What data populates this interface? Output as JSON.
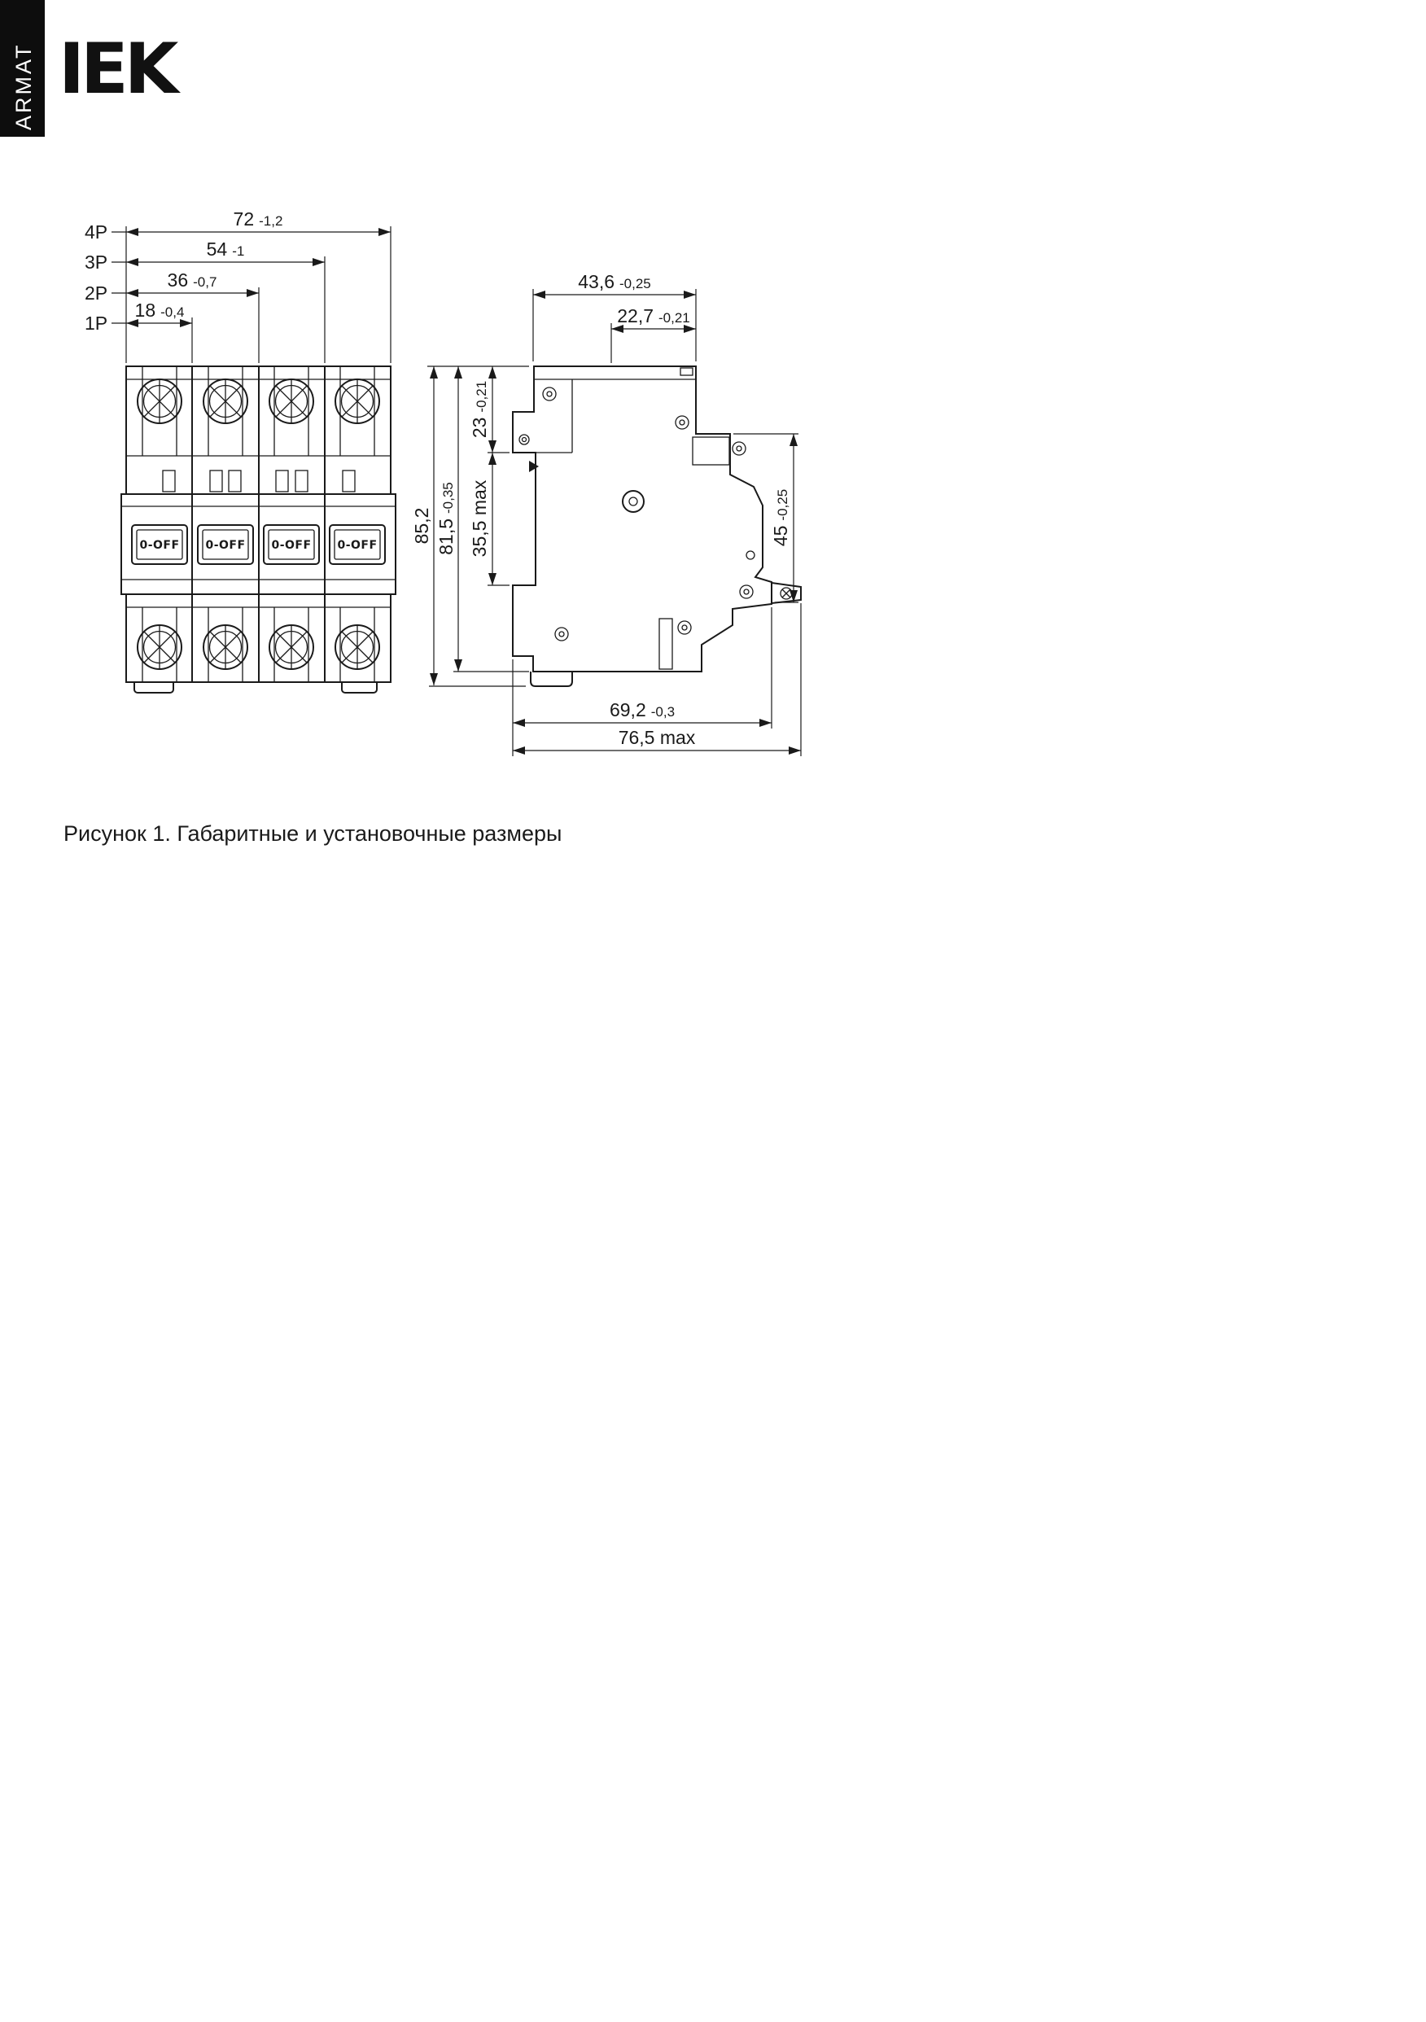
{
  "brand": {
    "sidebar_text": "ARMAT",
    "logo_text": "IEK"
  },
  "figure": {
    "caption": "Рисунок 1. Габаритные и установочные размеры"
  },
  "front_view": {
    "switch_label": "0-OFF",
    "pole_dims": [
      {
        "pole": "4P",
        "value": "72",
        "tol": "-1,2"
      },
      {
        "pole": "3P",
        "value": "54",
        "tol": "-1"
      },
      {
        "pole": "2P",
        "value": "36",
        "tol": "-0,7"
      },
      {
        "pole": "1P",
        "value": "18",
        "tol": "-0,4"
      }
    ]
  },
  "side_view": {
    "dims": {
      "top_depth": {
        "value": "43,6",
        "tol": "-0,25"
      },
      "terminal_depth": {
        "value": "22,7",
        "tol": "-0,21"
      },
      "top_to_recess": {
        "value": "23",
        "tol": "-0,21"
      },
      "recess_zone": {
        "value": "35,5 max",
        "tol": ""
      },
      "body_height": {
        "value": "81,5",
        "tol": "-0,35"
      },
      "total_height": {
        "value": "85,2",
        "tol": ""
      },
      "front_height": {
        "value": "45",
        "tol": "-0,25"
      },
      "body_depth": {
        "value": "69,2",
        "tol": "-0,3"
      },
      "max_depth": {
        "value": "76,5 max",
        "tol": ""
      }
    }
  }
}
